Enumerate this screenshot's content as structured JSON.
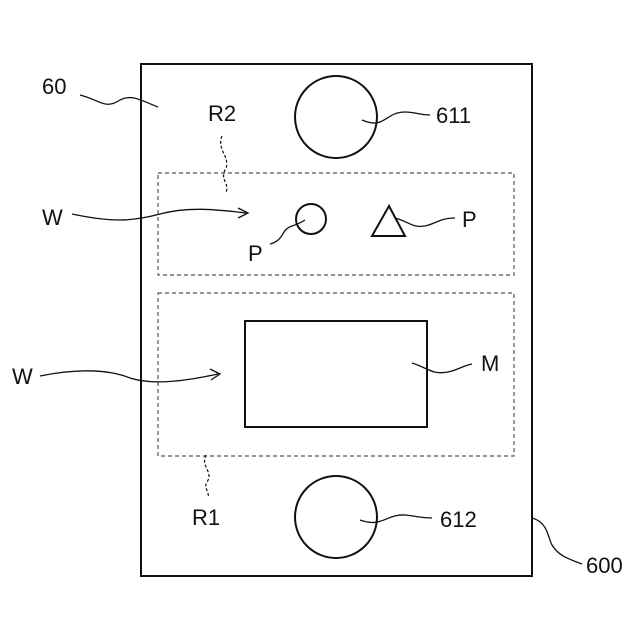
{
  "labels": {
    "device": "60",
    "device_outer": "600",
    "region_upper": "R2",
    "region_lower": "R1",
    "camera_top": "611",
    "camera_bottom": "612",
    "workpiece_upper": "W",
    "workpiece_lower": "W",
    "pattern_circle": "P",
    "pattern_triangle": "P",
    "marker": "M"
  },
  "colors": {
    "line": "#111111",
    "background": "#ffffff",
    "dashed": "#555555"
  }
}
